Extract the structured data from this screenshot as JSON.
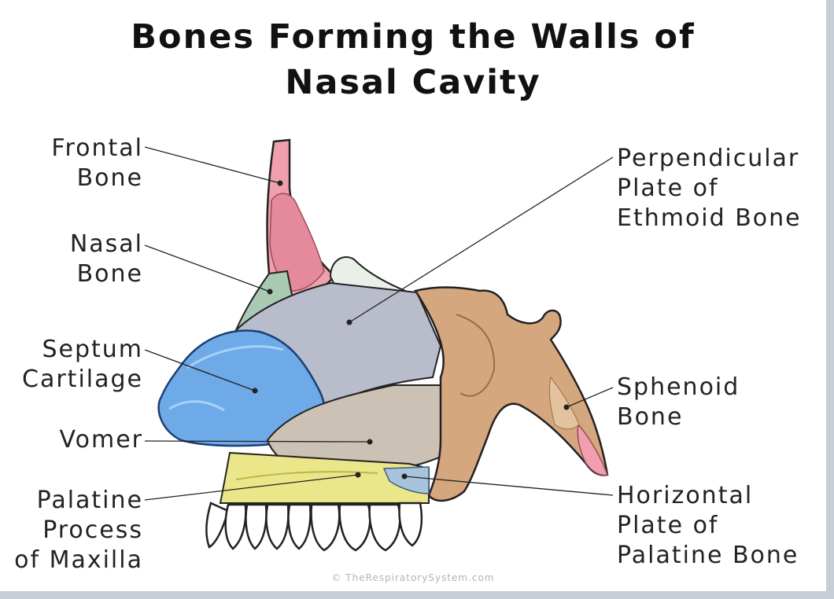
{
  "title": {
    "line1": "Bones Forming the Walls of",
    "line2": "Nasal Cavity"
  },
  "labels": {
    "frontal": {
      "line1": "Frontal",
      "line2": "Bone"
    },
    "nasal": {
      "line1": "Nasal",
      "line2": "Bone"
    },
    "septum": {
      "line1": "Septum",
      "line2": "Cartilage"
    },
    "vomer": {
      "line1": "Vomer"
    },
    "palatine_process": {
      "line1": "Palatine",
      "line2": "Process",
      "line3": "of Maxilla"
    },
    "perpendicular": {
      "line1": "Perpendicular",
      "line2": "Plate of",
      "line3": "Ethmoid Bone"
    },
    "sphenoid": {
      "line1": "Sphenoid",
      "line2": "Bone"
    },
    "horizontal": {
      "line1": "Horizontal",
      "line2": "Plate of",
      "line3": "Palatine Bone"
    }
  },
  "credit": "© TheRespiratorySystem.com",
  "colors": {
    "frontal": "#ef9fae",
    "nasal": "#a9c9b3",
    "ethmoid": "#b9bccb",
    "septum_cartilage": "#6ea9e8",
    "vomer": "#cbc1b4",
    "maxilla": "#ece68a",
    "palatine_horizontal": "#a8c4dc",
    "sphenoid": "#d5a77e",
    "teeth": "#ffffff"
  }
}
